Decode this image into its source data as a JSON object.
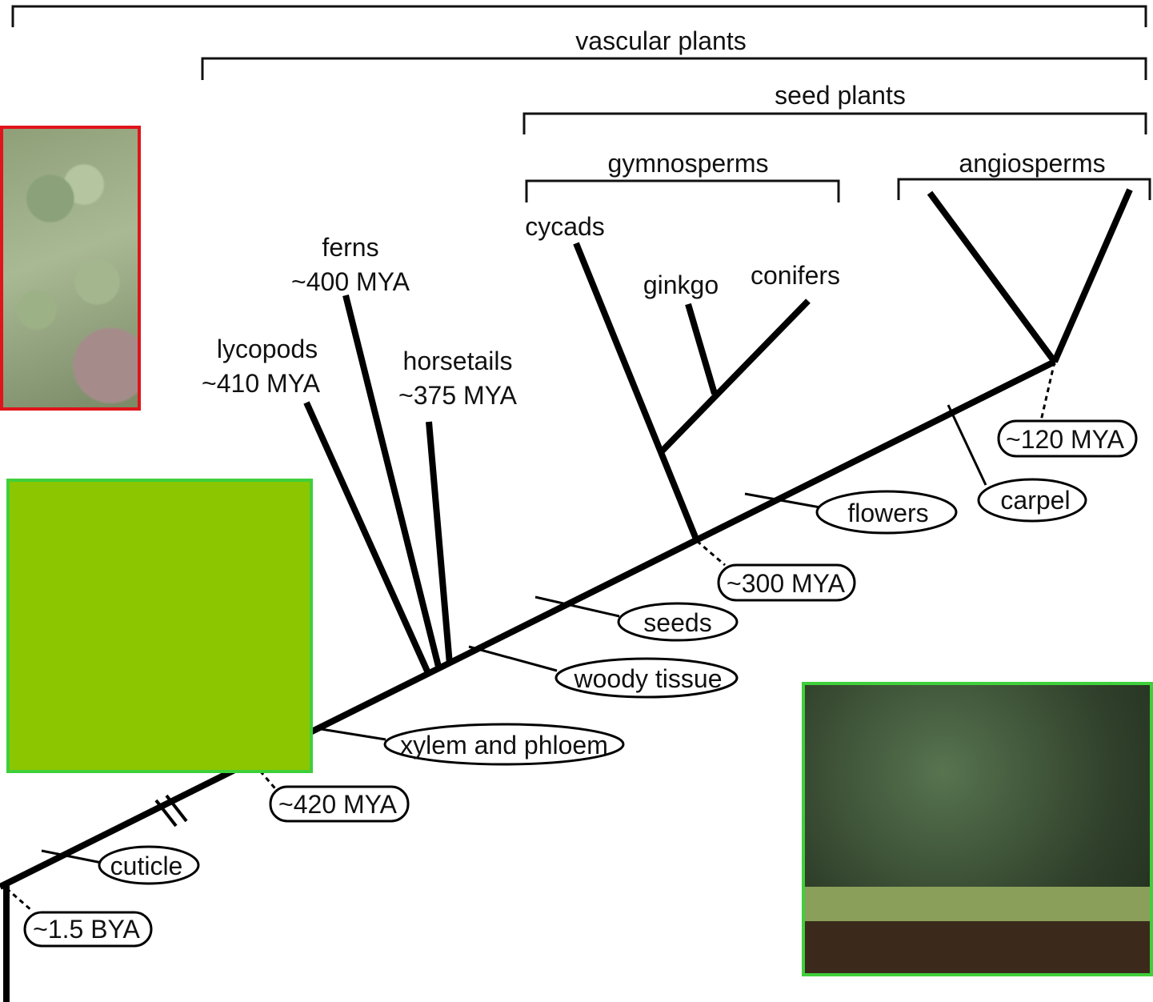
{
  "brackets": {
    "land_plants": "",
    "vascular_plants": "vascular plants",
    "seed_plants": "seed plants",
    "gymnosperms": "gymnosperms",
    "angiosperms": "angiosperms"
  },
  "taxa": {
    "lycopods": "lycopods",
    "lycopods_age": "~410 MYA",
    "ferns": "ferns",
    "ferns_age": "~400 MYA",
    "horsetails": "horsetails",
    "horsetails_age": "~375 MYA",
    "cycads": "cycads",
    "ginkgo": "ginkgo",
    "conifers": "conifers"
  },
  "traits": {
    "cuticle": "cuticle",
    "xylem_phloem": "xylem and phloem",
    "woody_tissue": "woody tissue",
    "seeds": "seeds",
    "flowers": "flowers",
    "carpel": "carpel"
  },
  "dates": {
    "bya_1_5": "~1.5 BYA",
    "mya_420": "~420 MYA",
    "mya_300": "~300 MYA",
    "mya_120": "~120 MYA"
  },
  "colors": {
    "photo_border_red": "#e0141a",
    "photo_border_green": "#3fcf3a",
    "green_box": "#8cc600"
  }
}
